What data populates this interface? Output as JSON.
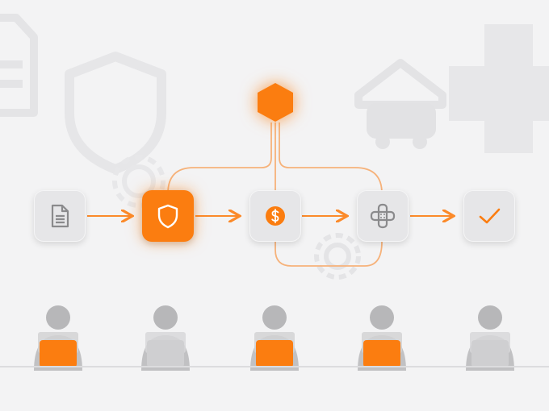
{
  "diagram": {
    "accent_color": "#fb7d10",
    "inactive_color": "#8a8a8c",
    "background_color": "#f3f3f4",
    "hub": {
      "icon": "hexagon-hub-icon",
      "state": "active"
    },
    "steps": [
      {
        "id": "document",
        "icon": "document-icon",
        "state": "inactive"
      },
      {
        "id": "protection",
        "icon": "shield-icon",
        "state": "active"
      },
      {
        "id": "payment",
        "icon": "dollar-coin-icon",
        "state": "inactive"
      },
      {
        "id": "health",
        "icon": "bandage-icon",
        "state": "inactive"
      },
      {
        "id": "approval",
        "icon": "checkmark-icon",
        "state": "inactive"
      }
    ],
    "people": [
      {
        "icon": "person-laptop-icon",
        "laptop_state": "active"
      },
      {
        "icon": "person-laptop-icon",
        "laptop_state": "inactive"
      },
      {
        "icon": "person-laptop-icon",
        "laptop_state": "active"
      },
      {
        "icon": "person-laptop-icon",
        "laptop_state": "active"
      },
      {
        "icon": "person-laptop-icon",
        "laptop_state": "inactive"
      }
    ],
    "background_icons": [
      "document-icon",
      "shield-icon",
      "gear-icon",
      "home-icon",
      "car-icon",
      "medical-cross-icon"
    ]
  }
}
